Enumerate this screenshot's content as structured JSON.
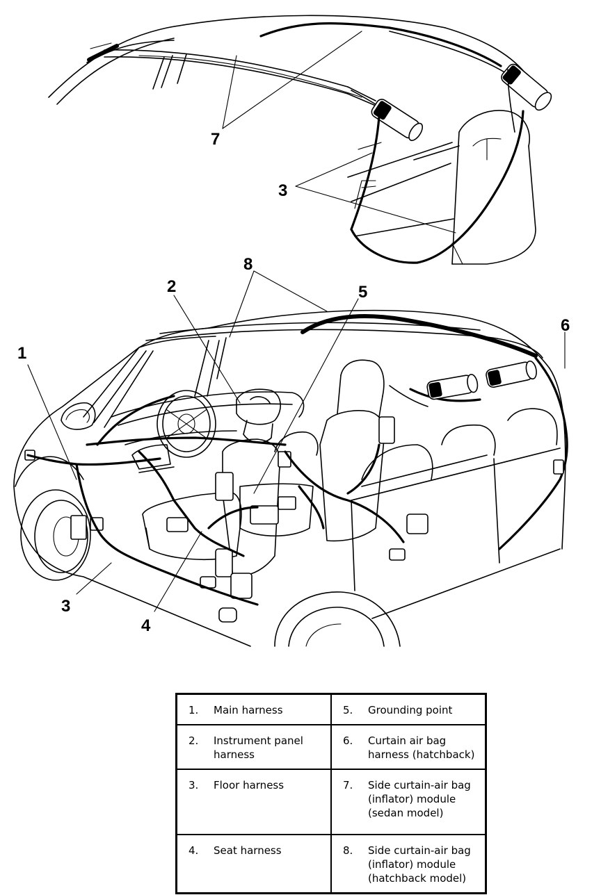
{
  "callouts": {
    "c1": "1",
    "c2": "2",
    "c3a": "3",
    "c3b": "3",
    "c4": "4",
    "c5": "5",
    "c6": "6",
    "c7": "7",
    "c8": "8"
  },
  "legend": [
    {
      "left_num": "1.",
      "left_text": "Main harness",
      "right_num": "5.",
      "right_text": "Grounding point"
    },
    {
      "left_num": "2.",
      "left_text": "Instrument panel\nharness",
      "right_num": "6.",
      "right_text": "Curtain air bag\nharness (hatchback)"
    },
    {
      "left_num": "3.",
      "left_text": "Floor harness",
      "right_num": "7.",
      "right_text": "Side curtain-air bag\n(inflator) module\n(sedan model)"
    },
    {
      "left_num": "4.",
      "left_text": "Seat harness",
      "right_num": "8.",
      "right_text": "Side curtain-air bag\n(inflator) module\n(hatchback model)"
    }
  ]
}
